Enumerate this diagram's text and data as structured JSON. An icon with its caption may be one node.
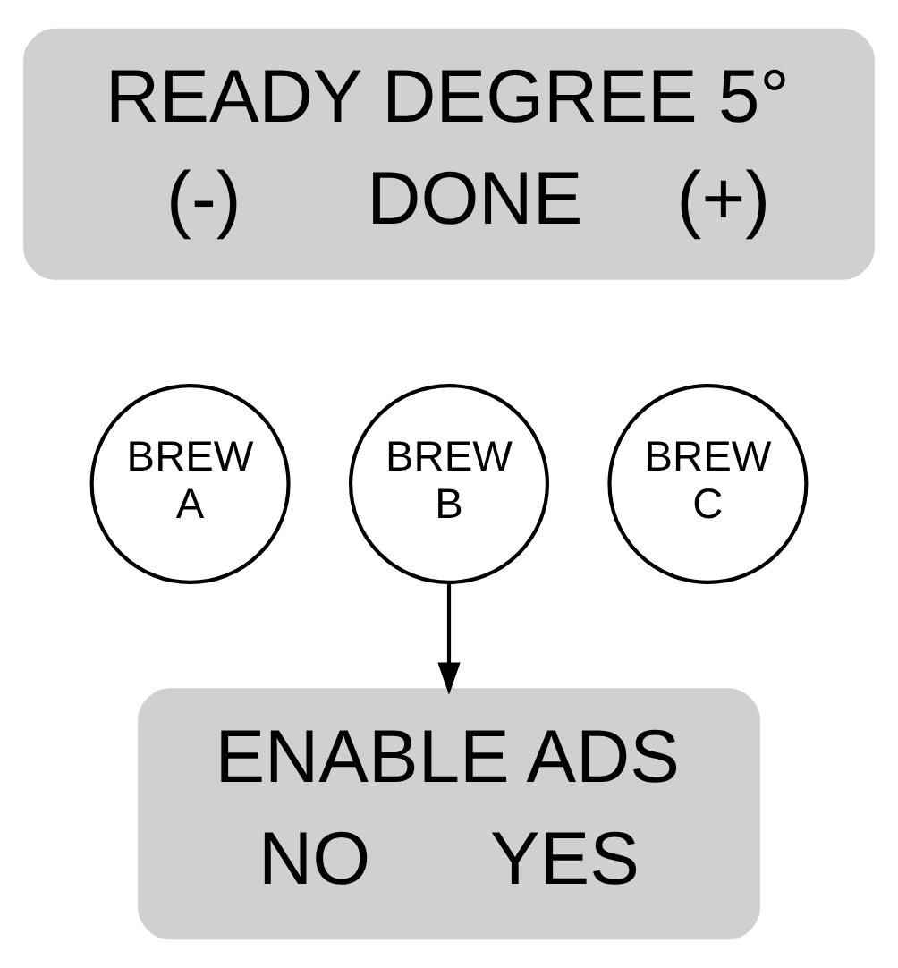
{
  "diagram": {
    "nodes": [
      {
        "text": [
          "READY DEGREE 5°",
          "(-)",
          "DONE",
          "(+)"
        ]
      },
      {
        "text": [
          "BREW A"
        ]
      },
      {
        "text": [
          "BREW B"
        ]
      },
      {
        "text": [
          "BREW C"
        ]
      },
      {
        "text": [
          "ENABLE ADS",
          "NO",
          "YES"
        ]
      }
    ],
    "edges": [
      {
        "from": 2,
        "to": 4,
        "arrow": "to"
      }
    ]
  }
}
